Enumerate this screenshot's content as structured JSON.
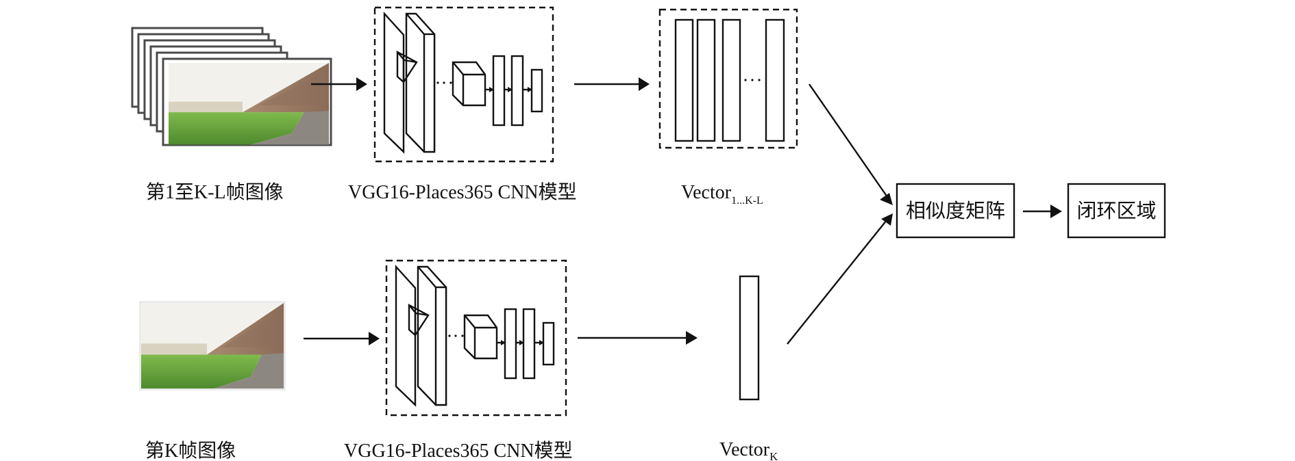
{
  "diagram": {
    "top_branch": {
      "input_label": "第1至K-L帧图像",
      "model_label": "VGG16-Places365 CNN模型",
      "vector_label_main": "Vector",
      "vector_label_sub": "1...K-L",
      "frame_stack_count": 6,
      "vector_count_shown": 4,
      "ellipsis": "···"
    },
    "bottom_branch": {
      "input_label": "第K帧图像",
      "model_label": "VGG16-Places365 CNN模型",
      "vector_label_main": "Vector",
      "vector_label_sub": "K",
      "ellipsis": "···"
    },
    "similarity_box": {
      "label": "相似度矩阵"
    },
    "result_box": {
      "label": "闭环区域"
    },
    "colors": {
      "stroke": "#111111",
      "grass": "#5e9a3a",
      "sky": "#f4f2ee",
      "wall": "#9a7a62",
      "path": "#8f8a86"
    }
  }
}
